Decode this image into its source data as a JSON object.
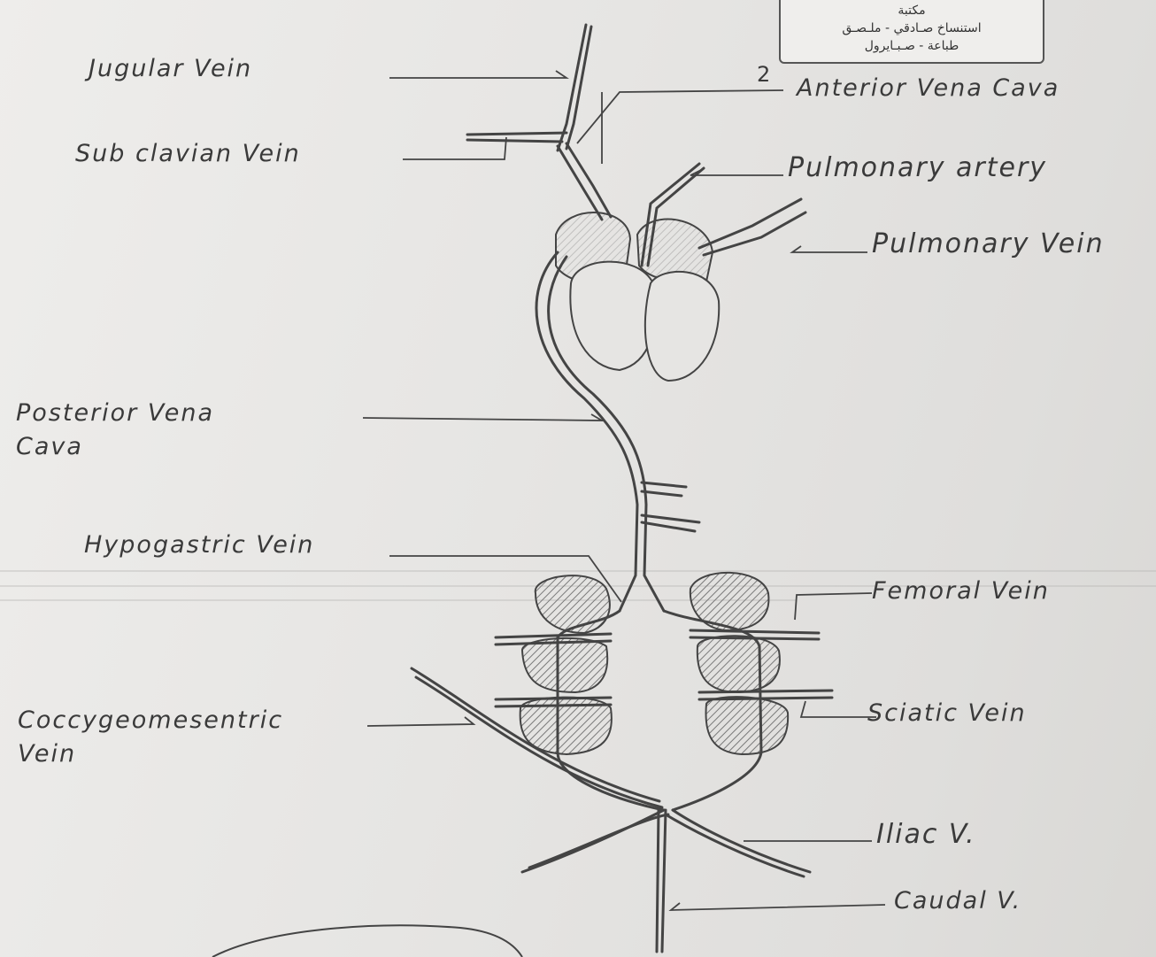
{
  "stamp": {
    "line1": "مكتبة",
    "line2": "استنساخ صـادقي - ملـصـق",
    "line3": "طباعة - صـبـايرول"
  },
  "number_marker": "2",
  "labels": {
    "jugular": "Jugular Vein",
    "subclavian": "Sub clavian Vein",
    "anterior_vena_cava": "Anterior Vena Cava",
    "pulmonary_artery": "Pulmonary artery",
    "pulmonary_vein": "Pulmonary Vein",
    "posterior_vena_cava": "Posterior Vena\nCava",
    "hypogastric": "Hypogastric Vein",
    "femoral": "Femoral Vein",
    "coccygeomesentric": "Coccygeomesentric\nVein",
    "sciatic": "Sciatic Vein",
    "iliac": "Iliac V.",
    "caudal": "Caudal V."
  },
  "colors": {
    "pencil": "#444444",
    "shade": "#8a8a8a",
    "paper": "#e9e8e6"
  }
}
